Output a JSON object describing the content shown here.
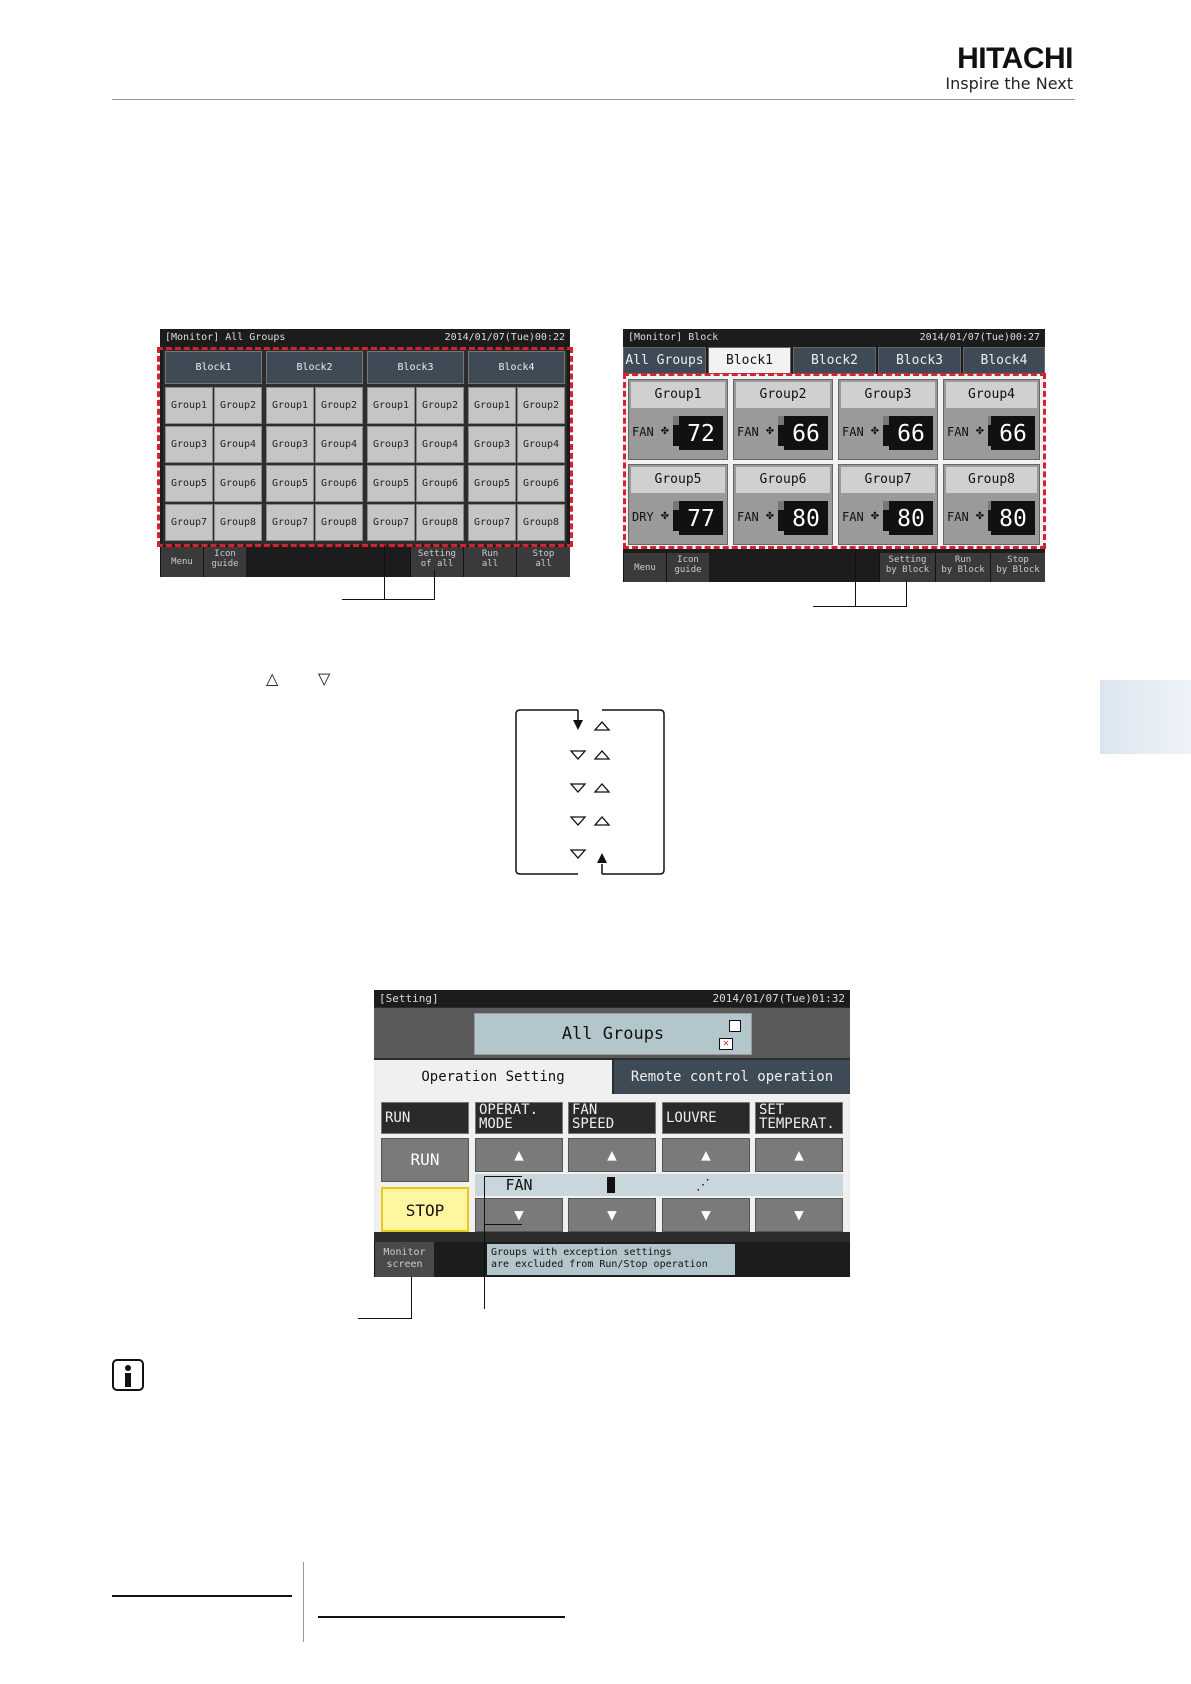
{
  "header": {
    "brand": "HITACHI",
    "tagline": "Inspire the Next"
  },
  "screen1": {
    "title": "[Monitor] All Groups",
    "datetime": "2014/01/07(Tue)00:22",
    "blocks": [
      "Block1",
      "Block2",
      "Block3",
      "Block4"
    ],
    "groups": [
      "Group1",
      "Group2",
      "Group3",
      "Group4",
      "Group5",
      "Group6",
      "Group7",
      "Group8"
    ],
    "buttons": {
      "menu": "Menu",
      "icon_guide_1": "Icon",
      "icon_guide_2": "guide",
      "setting_1": "Setting",
      "setting_2": "of all",
      "run_1": "Run",
      "run_2": "all",
      "stop_1": "Stop",
      "stop_2": "all"
    }
  },
  "screen2": {
    "title": "[Monitor] Block",
    "datetime": "2014/01/07(Tue)00:27",
    "tabs": [
      "All Groups",
      "Block1",
      "Block2",
      "Block3",
      "Block4"
    ],
    "tiles": [
      {
        "name": "Group1",
        "mode": "FAN",
        "temp": "72"
      },
      {
        "name": "Group2",
        "mode": "FAN",
        "temp": "66"
      },
      {
        "name": "Group3",
        "mode": "FAN",
        "temp": "66"
      },
      {
        "name": "Group4",
        "mode": "FAN",
        "temp": "66"
      },
      {
        "name": "Group5",
        "mode": "DRY",
        "temp": "77"
      },
      {
        "name": "Group6",
        "mode": "FAN",
        "temp": "80"
      },
      {
        "name": "Group7",
        "mode": "FAN",
        "temp": "80"
      },
      {
        "name": "Group8",
        "mode": "FAN",
        "temp": "80"
      }
    ],
    "buttons": {
      "menu": "Menu",
      "icon_guide_1": "Icon",
      "icon_guide_2": "guide",
      "setting_1": "Setting",
      "setting_2": "by Block",
      "run_1": "Run",
      "run_2": "by Block",
      "stop_1": "Stop",
      "stop_2": "by Block"
    }
  },
  "arrows": {
    "up": "△",
    "down": "▽"
  },
  "screen3": {
    "title": "[Setting]",
    "datetime": "2014/01/07(Tue)01:32",
    "target": "All Groups",
    "tab_active": "Operation Setting",
    "tab_other": "Remote control operation",
    "col_run": "RUN",
    "col_mode_1": "OPERAT.",
    "col_mode_2": "MODE",
    "col_fan_1": "FAN",
    "col_fan_2": "SPEED",
    "col_louvre": "LOUVRE",
    "col_temp_1": "SET",
    "col_temp_2": "TEMPERAT.",
    "run_button": "RUN",
    "stop_button": "STOP",
    "mode_value": "FAN",
    "monitor_1": "Monitor",
    "monitor_2": "screen",
    "notice_1": "Groups with exception settings",
    "notice_2": "are excluded from Run/Stop operation"
  }
}
